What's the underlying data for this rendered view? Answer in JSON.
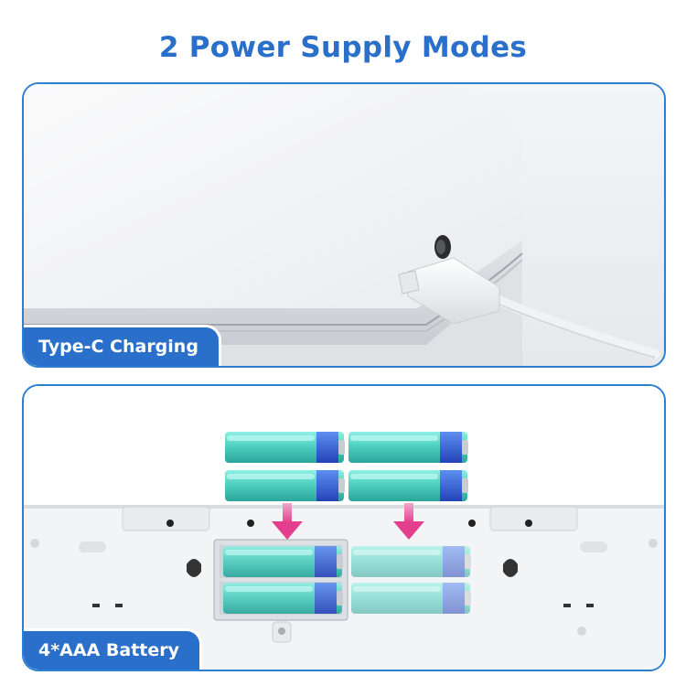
{
  "title": "2 Power Supply Modes",
  "modes": [
    {
      "label": "Type-C Charging"
    },
    {
      "label": "4*AAA Battery"
    }
  ],
  "colors": {
    "brand_blue": "#2a6fc9",
    "border_blue": "#2d7fd3",
    "arrow_pink": "#e43f8c",
    "battery_teal": "#4fd1c1",
    "battery_cap": "#2f5fd0"
  },
  "icons": [
    "usb-c-cable-icon",
    "battery-icon",
    "down-arrow-icon"
  ]
}
